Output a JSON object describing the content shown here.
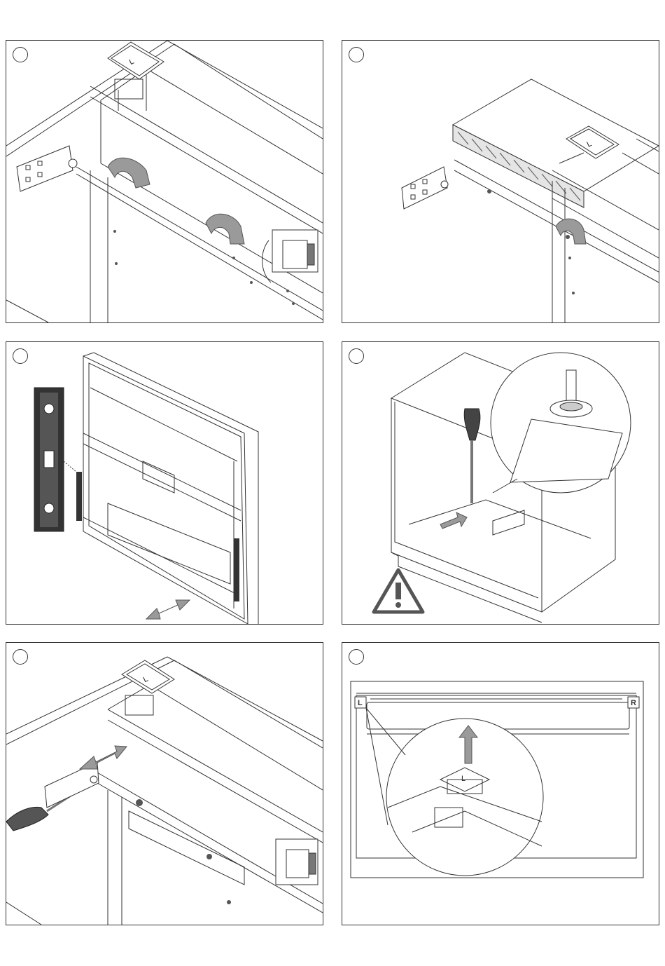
{
  "page": {
    "background": "#ffffff",
    "line_color": "#333333",
    "arrow_color": "#9a9a9a"
  },
  "panels": [
    {
      "step_label": "",
      "corner_glyph": "L"
    },
    {
      "step_label": "",
      "corner_glyph": "L"
    },
    {
      "step_label": ""
    },
    {
      "step_label": "",
      "warning_icon": "warning-triangle-icon"
    },
    {
      "step_label": "",
      "corner_glyph": "L"
    },
    {
      "step_label": "",
      "left_marker": "L",
      "right_marker": "R",
      "corner_glyph": "L"
    }
  ]
}
